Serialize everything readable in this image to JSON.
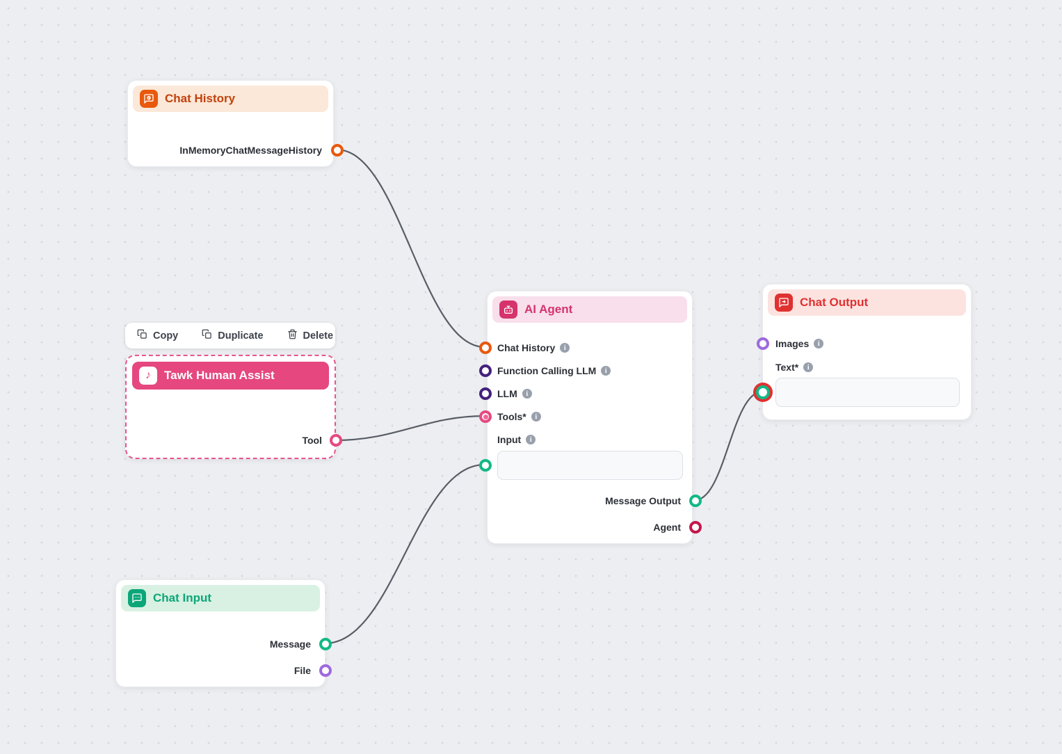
{
  "canvas": {
    "background": "#edeef1",
    "dot_color": "#d5d7dd",
    "edge_color": "#585d66"
  },
  "toolbar": {
    "copy_label": "Copy",
    "duplicate_label": "Duplicate",
    "delete_label": "Delete"
  },
  "nodes": {
    "chat_history": {
      "title": "Chat History",
      "output_label": "InMemoryChatMessageHistory",
      "accent": "#e8590c"
    },
    "tawk_human_assist": {
      "title": "Tawk Human Assist",
      "output_label": "Tool",
      "accent": "#e64980",
      "selected": true
    },
    "chat_input": {
      "title": "Chat Input",
      "message_label": "Message",
      "file_label": "File",
      "accent": "#0ca678"
    },
    "ai_agent": {
      "title": "AI Agent",
      "accent": "#d6336c",
      "inputs": {
        "chat_history": "Chat History",
        "function_calling_llm": "Function Calling LLM",
        "llm": "LLM",
        "tools": "Tools*",
        "input": "Input"
      },
      "input_value": "",
      "outputs": {
        "message_output": "Message Output",
        "agent": "Agent"
      }
    },
    "chat_output": {
      "title": "Chat Output",
      "images_label": "Images",
      "text_label": "Text*",
      "text_value": "",
      "accent": "#e03131"
    }
  },
  "handles": {
    "orange": "#e8590c",
    "dark_purple": "#44217b",
    "pink": "#e64980",
    "tools_inner": "#f06595",
    "green": "#12b886",
    "purple": "#9d6ade",
    "crimson": "#c2184b",
    "red": "#e03131"
  }
}
